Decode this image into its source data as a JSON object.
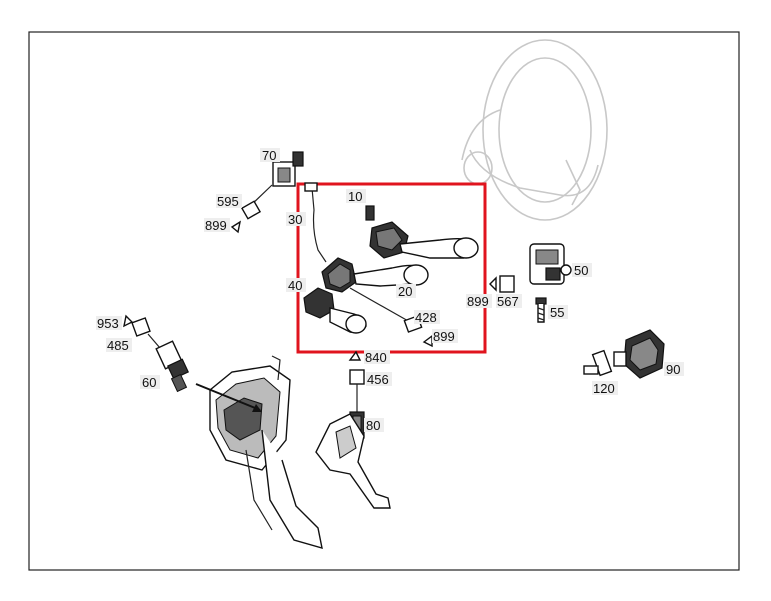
{
  "diagram": {
    "highlight_color": "#e0141e",
    "labels": {
      "p10": "10",
      "p20": "20",
      "p30": "30",
      "p40": "40",
      "p50": "50",
      "p55": "55",
      "p60": "60",
      "p70": "70",
      "p80": "80",
      "p90": "90",
      "p120": "120",
      "p428": "428",
      "p456": "456",
      "p485": "485",
      "p567": "567",
      "p595": "595",
      "p840": "840",
      "p899a": "899",
      "p899b": "899",
      "p899c": "899",
      "p953": "953"
    }
  }
}
